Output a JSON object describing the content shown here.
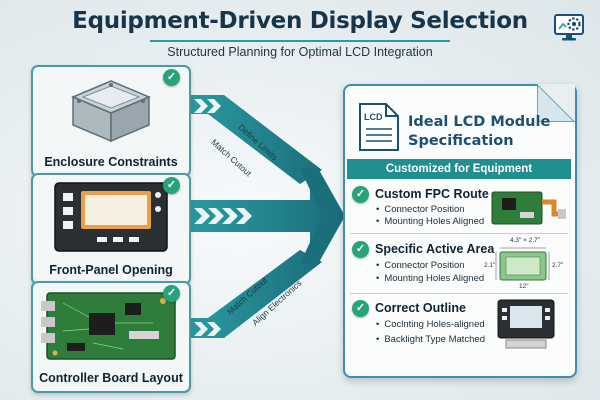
{
  "header": {
    "title": "Equipment-Driven Display Selection",
    "subtitle": "Structured Planning for Optimal LCD Integration",
    "icon": "monitor-gear-icon"
  },
  "inputs": [
    {
      "label": "Enclosure Constraints",
      "icon": "enclosure-box-icon",
      "status": "check-icon"
    },
    {
      "label": "Front-Panel Opening",
      "icon": "front-panel-icon",
      "status": "check-icon"
    },
    {
      "label": "Controller Board Layout",
      "icon": "pcb-board-icon",
      "status": "check-icon"
    }
  ],
  "arrows": {
    "top_labels": [
      "Define Limits",
      "Match Cutout"
    ],
    "bottom_labels": [
      "Match Cutout",
      "Align Electronics"
    ]
  },
  "spec": {
    "doc_icon_label": "LCD",
    "title_line1": "Ideal LCD Module",
    "title_line2": "Specification",
    "band": "Customized for Equipment",
    "sections": [
      {
        "title": "Custom FPC Route",
        "bullets": [
          "Connector Position",
          "Mounting Holes Aligned"
        ]
      },
      {
        "title": "Specific Active Area",
        "bullets": [
          "Connector Position",
          "Mounting Holes Aligned"
        ],
        "dims": {
          "top": "4.3\" × 2.7\"",
          "right": "2.7\"",
          "left": "2.1\"",
          "bottom": "12\""
        }
      },
      {
        "title": "Correct Outline",
        "bullets": [
          "Coclnting Holes-aligned",
          "Backlight Type Matched"
        ]
      }
    ]
  },
  "colors": {
    "teal": "#1f8f8f",
    "navy": "#17354a",
    "check_green": "#27a37a",
    "panel_border": "#4a9ba2"
  }
}
